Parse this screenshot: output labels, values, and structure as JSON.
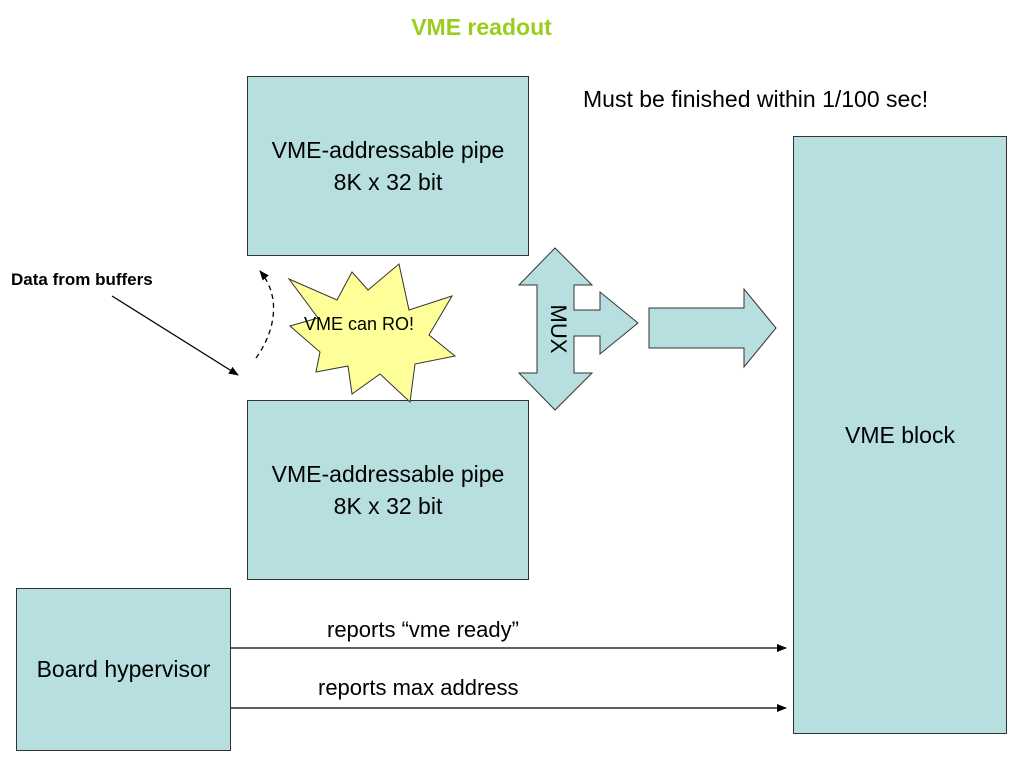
{
  "title": "VME readout",
  "timing_note": "Must be finished within 1/100 sec!",
  "pipe_top": {
    "line1": "VME-addressable pipe",
    "line2": "8K x 32 bit"
  },
  "pipe_bottom": {
    "line1": "VME-addressable pipe",
    "line2": "8K x 32 bit"
  },
  "data_from_buffers": "Data from buffers",
  "burst_label": "VME can RO!",
  "mux_label": "MUX",
  "vme_block_label": "VME block",
  "board_hypervisor_label": "Board hypervisor",
  "signals": [
    {
      "label": "reports “vme ready”"
    },
    {
      "label": "reports max address"
    }
  ],
  "colors": {
    "box_fill": "#b7dfe0",
    "title": "#9acd1e",
    "burst_fill": "#ffff99"
  }
}
